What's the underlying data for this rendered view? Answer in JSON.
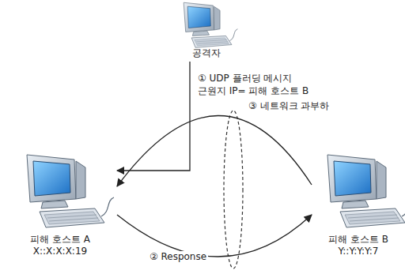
{
  "diagram": {
    "nodes": [
      {
        "text": [
          "공격자"
        ]
      },
      {
        "text": [
          "피해 호스트 A",
          "X::X:X:X:19"
        ]
      },
      {
        "text": [
          "피해 호스트 B",
          "Y::Y:Y:Y:7"
        ]
      }
    ],
    "edges": [
      {
        "from": 0,
        "to": 1,
        "arrow": "to",
        "label": "① UDP 플러딩 메시지"
      },
      {
        "from": 2,
        "to": 1,
        "arrow": "to"
      },
      {
        "from": 1,
        "to": 2,
        "arrow": "to",
        "label": "② Response"
      }
    ],
    "labels": [
      "근원지 IP= 피해 호스트 B",
      "③ 네트워크 과부하"
    ]
  }
}
